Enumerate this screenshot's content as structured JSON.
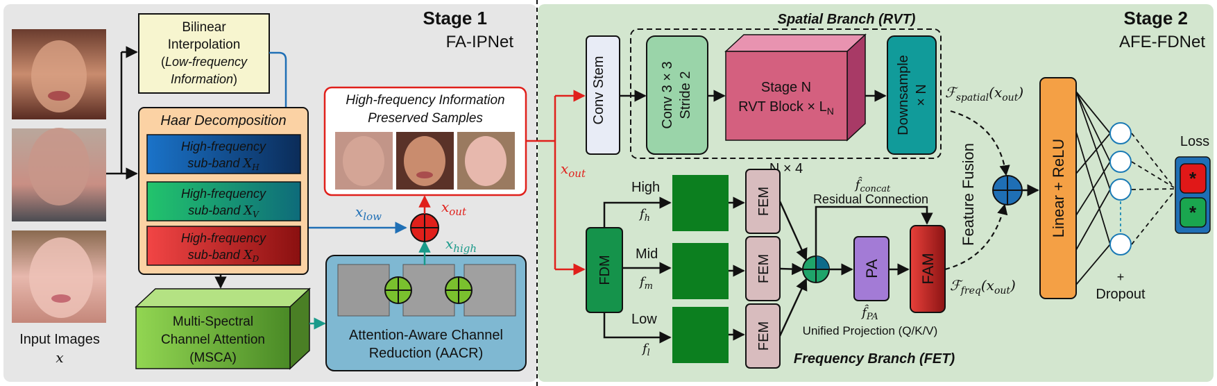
{
  "stage1": {
    "title": "Stage 1",
    "name": "FA-IPNet",
    "input_label": "Input Images",
    "input_var": "x",
    "bilinear": {
      "line1": "Bilinear",
      "line2": "Interpolation",
      "line3_a": "(",
      "line3_b": "Low-frequency",
      "line4_a": "Information",
      "line4_b": ")"
    },
    "haar": {
      "title": "Haar Decomposition",
      "bands": [
        {
          "line1": "High-frequency",
          "line2": "sub-band",
          "sym": "X",
          "sub": "H"
        },
        {
          "line1": "High-frequency",
          "line2": "sub-band",
          "sym": "X",
          "sub": "V"
        },
        {
          "line1": "High-frequency",
          "line2": "sub-band",
          "sym": "X",
          "sub": "D"
        }
      ]
    },
    "msca": {
      "line1": "Multi-Spectral",
      "line2": "Channel Attention",
      "line3": "(MSCA)"
    },
    "aacr": {
      "line1": "Attention-Aware Channel",
      "line2": "Reduction (AACR)"
    },
    "hf_preserved": {
      "line1": "High-frequency Information",
      "line2": "Preserved Samples"
    },
    "x_low": "x",
    "x_low_sub": "low",
    "x_high": "x",
    "x_high_sub": "high",
    "x_out": "x",
    "x_out_sub": "out"
  },
  "stage2": {
    "title": "Stage 2",
    "name": "AFE-FDNet",
    "spatial_branch": "Spatial Branch (RVT)",
    "conv_stem": "Conv Stem",
    "conv3": {
      "line1": "Conv 3 × 3",
      "line2": "Stride 2"
    },
    "stage_n": {
      "line1": "Stage N",
      "line2": "RVT Block × L",
      "line2_sub": "N"
    },
    "downsample": {
      "line1": "Downsample",
      "line2": "× N"
    },
    "n_times": "N × 4",
    "x_out": "x",
    "x_out_sub": "out",
    "fdm": "FDM",
    "bands": [
      {
        "label": "High",
        "sym": "f",
        "sub": "h"
      },
      {
        "label": "Mid",
        "sym": "f",
        "sub": "m"
      },
      {
        "label": "Low",
        "sym": "f",
        "sub": "l"
      }
    ],
    "fem": "FEM",
    "f_concat": {
      "sym": "f̂",
      "sub": "concat"
    },
    "residual": "Residual Connection",
    "pa": "PA",
    "fam": "FAM",
    "f_pa": {
      "sym": "f̂",
      "sub": "PA"
    },
    "unified": "Unified Projection (Q/K/V)",
    "freq_branch": "Frequency Branch (FET)",
    "feature_fusion": "Feature Fusion",
    "f_spatial": {
      "sym": "ℱ",
      "sub": "spatial",
      "arg": "(x",
      "arg_sub": "out",
      "close": ")"
    },
    "f_freq": {
      "sym": "ℱ",
      "sub": "freq",
      "arg": "(x",
      "arg_sub": "out",
      "close": ")"
    },
    "linear": "Linear + ReLU",
    "plus": "+",
    "dropout": "Dropout",
    "loss": "Loss",
    "star": "*"
  },
  "colors": {
    "stage1_bg": "#e6e6e6",
    "stage2_bg": "#d3e6cf",
    "blue_arrow": "#1f6fb5",
    "red_arrow": "#e0201b",
    "teal_arrow": "#1a9a8a",
    "haar_bg": "#fbd2a4",
    "bilinear_bg": "#f7f5cf",
    "linear_bg": "#f4a045"
  }
}
